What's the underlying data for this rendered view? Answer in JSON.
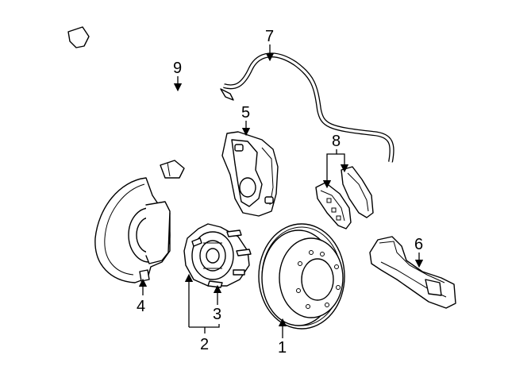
{
  "diagram": {
    "type": "exploded-parts-diagram",
    "callouts": [
      "1",
      "2",
      "3",
      "4",
      "5",
      "6",
      "7",
      "8",
      "9"
    ],
    "line_color": "#000000",
    "background": "#ffffff"
  }
}
